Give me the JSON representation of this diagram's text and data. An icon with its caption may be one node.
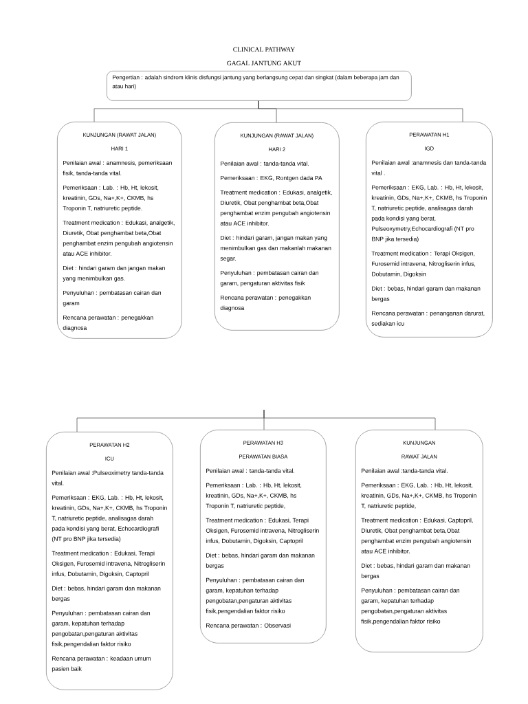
{
  "diagram": {
    "title": "CLINICAL PATHWAY",
    "labels": [
      "GAGAL JANTUNG AKUT"
    ],
    "nodes": [
      {
        "text": [
          "Pengertian : adalah sindrom klinis disfungsi jantung yang berlangsung cepat dan singkat (dalam beberapa jam dan atau hari)"
        ]
      },
      {
        "text": [
          "KUNJUNGAN (RAWAT JALAN)",
          "HARI 1",
          "Penilaian awal : anamnesis, pemeriksaan fisik, tanda-tanda vital.",
          "Pemeriksaan : Lab. : Hb, Ht, lekosit, kreatinin, GDs, Na+,K+, CKMB, hs Troponin T, natriuretic peptide.",
          "Treatment medication : Edukasi, analgetik, Diuretik, Obat penghambat beta,Obat penghambat enzim pengubah angiotensin atau ACE inhibitor.",
          "Diet : hindari garam dan jangan makan yang menimbulkan gas.",
          "Penyuluhan : pembatasan cairan dan garam",
          "Rencana perawatan : penegakkan diagnosa"
        ]
      },
      {
        "text": [
          "KUNJUNGAN (RAWAT JALAN)",
          "HARI 2",
          "Penilaian awal : tanda-tanda vital.",
          "Pemeriksaan : EKG, Rontgen dada PA",
          "Treatment medication : Edukasi, analgetik, Diuretik, Obat penghambat beta,Obat penghambat enzim pengubah angiotensin atau ACE inhibitor.",
          "Diet : hindari garam, jangan makan yang menimbulkan gas dan makanlah makanan segar.",
          "Penyuluhan : pembatasan cairan dan garam, pengaturan aktivitas fisik",
          "Rencana perawatan : penegakkan diagnosa"
        ]
      },
      {
        "text": [
          "PERAWATAN H1",
          "IGD",
          "Penilaian awal :anamnesis dan tanda-tanda vital .",
          "Pemeriksaan : EKG, Lab. : Hb, Ht, lekosit, kreatinin, GDs, Na+,K+, CKMB, hs Troponin T, natriuretic peptide, analisagas darah pada kondisi yang berat, Pulseoxymetry,Echocardiografi (NT pro BNP jika tersedia)",
          "Treatment medication : Terapi Oksigen, Furosemid intravena, Nitrogliserin infus, Dobutamin, Digoksin",
          "Diet : bebas, hindari garam dan makanan bergas",
          "Rencana perawatan : penanganan darurat, sediakan icu"
        ]
      },
      {
        "text": [
          "PERAWATAN H2",
          "ICU",
          "Penilaian awal :Pulseoximetry tanda-tanda vital.",
          "Pemeriksaan : EKG, Lab. : Hb, Ht, lekosit, kreatinin, GDs, Na+,K+, CKMB, hs Troponin T, natriuretic peptide, analisagas darah pada kondisi yang berat, Echocardiografi (NT pro BNP jika tersedia)",
          "Treatment medication : Edukasi, Terapi Oksigen, Furosemid intravena, Nitrogliserin infus, Dobutamin, Digoksin, Captopril",
          "Diet : bebas, hindari garam dan makanan bergas",
          "Penyuluhan : pembatasan cairan dan garam, kepatuhan terhadap pengobatan,pengaturan aktivitas fisik,pengendalian faktor risiko",
          "Rencana perawatan : keadaan umum pasien baik"
        ]
      },
      {
        "text": [
          "PERAWATAN H3",
          "PERAWATAN BIASA",
          "Penilaian awal : tanda-tanda vital.",
          "Pemeriksaan : Lab. : Hb, Ht, lekosit, kreatinin, GDs, Na+,K+, CKMB, hs Troponin T, natriuretic peptide,",
          "Treatment medication : Edukasi, Terapi Oksigen, Furosemid intravena, Nitrogliserin infus, Dobutamin, Digoksin, Captopril",
          "Diet : bebas, hindari garam dan makanan bergas",
          "Penyuluhan : pembatasan cairan dan garam, kepatuhan terhadap pengobatan,pengaturan aktivitas fisik,pengendalian faktor risiko",
          "Rencana perawatan : Observasi"
        ]
      },
      {
        "text": [
          "KUNJUNGAN",
          "RAWAT JALAN",
          "Penilaian awal :tanda-tanda vital.",
          "Pemeriksaan : EKG, Lab. : Hb, Ht, lekosit, kreatinin, GDs, Na+,K+, CKMB, hs Troponin T, natriuretic peptide,",
          "Treatment medication : Edukasi, Captopril, Diuretik, Obat penghambat beta,Obat penghambat enzim pengubah angiotensin atau ACE inhibitor.",
          "Diet : bebas, hindari garam dan makanan bergas",
          "Penyuluhan : pembatasan cairan dan garam, kepatuhan terhadap pengobatan,pengaturan aktivitas fisik,pengendalian faktor risiko"
        ]
      }
    ],
    "edges": [
      {
        "from": 0,
        "to": 1,
        "arrow": "none"
      },
      {
        "from": 0,
        "to": 2,
        "arrow": "none"
      },
      {
        "from": 0,
        "to": 3,
        "arrow": "none"
      },
      {
        "from": null,
        "to": 4,
        "arrow": "none"
      },
      {
        "from": null,
        "to": 5,
        "arrow": "none"
      },
      {
        "from": null,
        "to": 6,
        "arrow": "none"
      }
    ]
  }
}
